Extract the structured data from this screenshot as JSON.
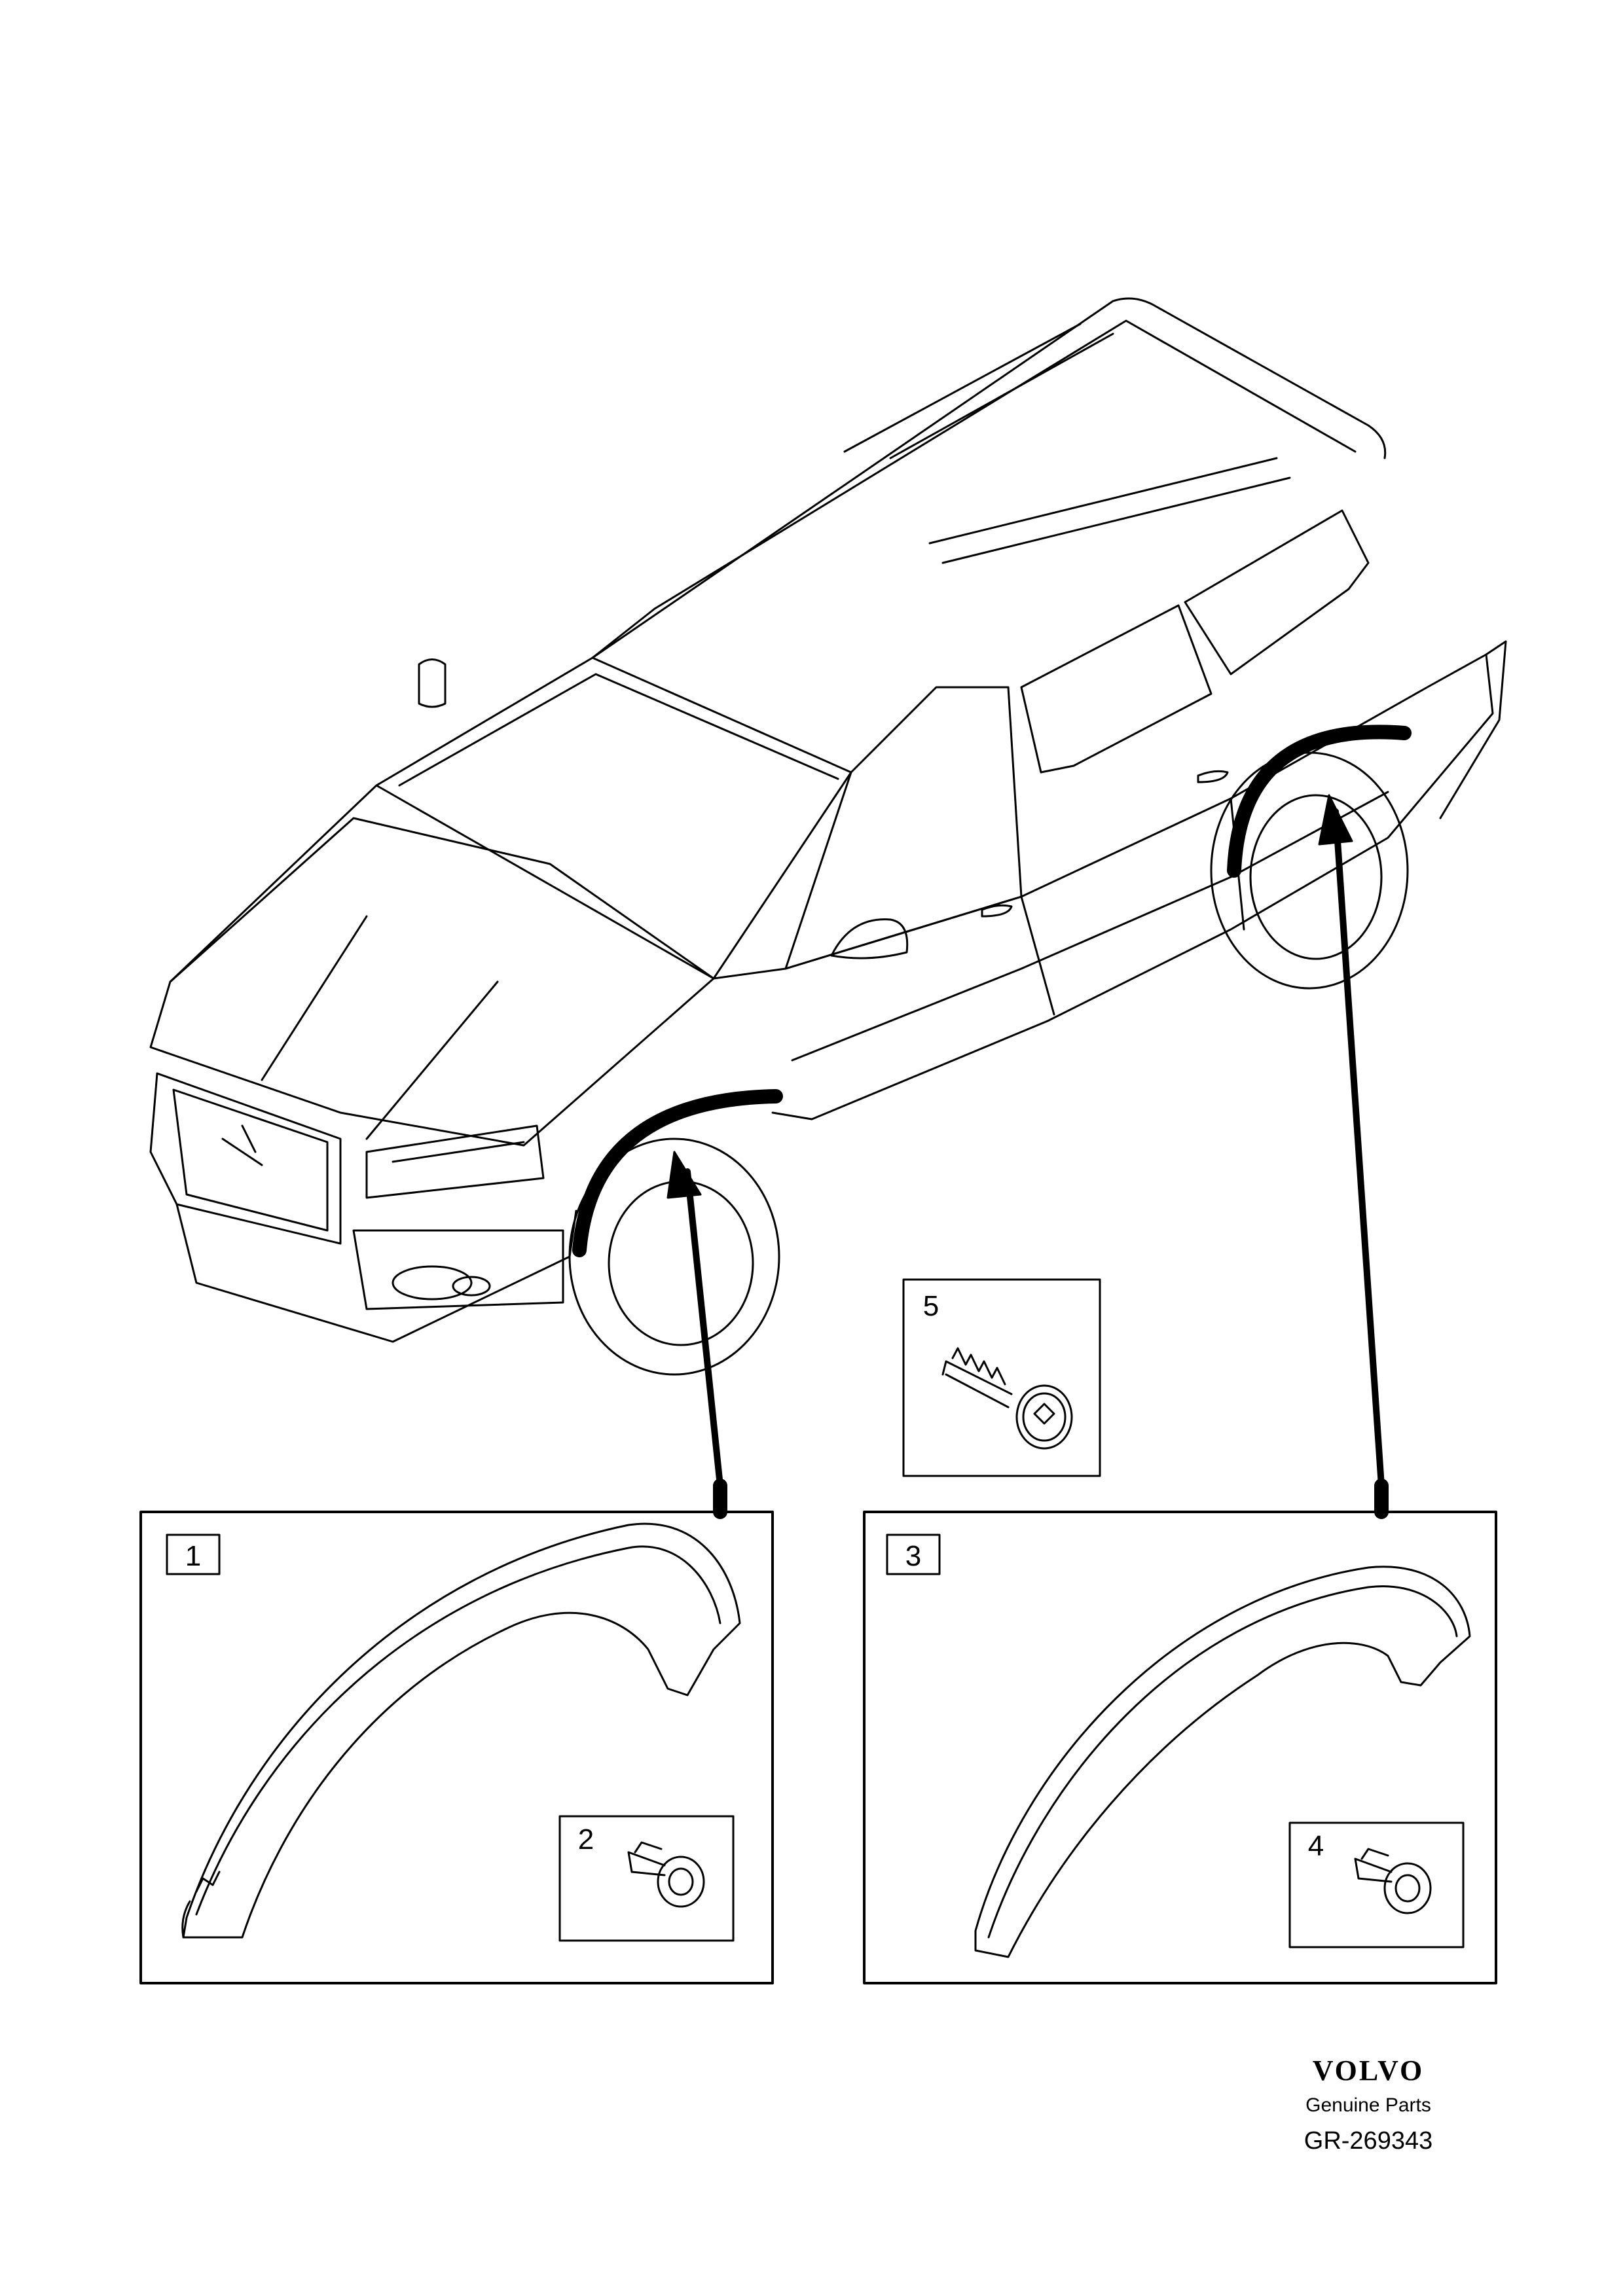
{
  "callouts": {
    "c1": "1",
    "c2": "2",
    "c3": "3",
    "c4": "4",
    "c5": "5"
  },
  "footer": {
    "brand": "VOLVO",
    "tagline": "Genuine Parts",
    "reference": "GR-269343"
  },
  "colors": {
    "line": "#000000",
    "background": "#ffffff"
  },
  "icons": [
    "car-illustration",
    "wheel-arch-moulding-front",
    "wheel-arch-moulding-rear",
    "clip",
    "screw"
  ]
}
